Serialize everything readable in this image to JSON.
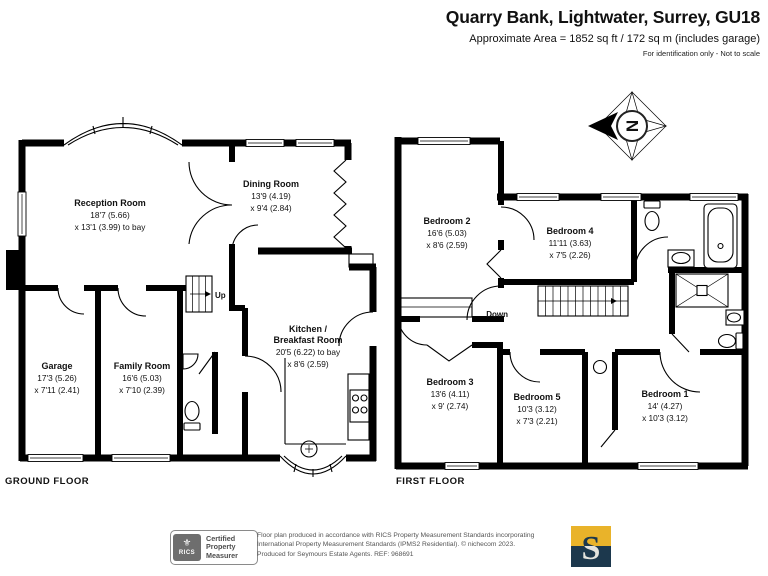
{
  "header": {
    "title": "Quarry Bank, Lightwater, Surrey, GU18",
    "subtitle": "Approximate Area = 1852 sq ft / 172 sq m (includes garage)",
    "note": "For identification only - Not to scale"
  },
  "compass": {
    "letter": "N"
  },
  "ground_floor": {
    "label": "GROUND FLOOR",
    "stairs_label": "Up",
    "rooms": {
      "reception": {
        "name": "Reception Room",
        "dim1": "18'7 (5.66)",
        "dim2": "x 13'1 (3.99) to bay"
      },
      "dining": {
        "name": "Dining Room",
        "dim1": "13'9 (4.19)",
        "dim2": "x 9'4 (2.84)"
      },
      "garage": {
        "name": "Garage",
        "dim1": "17'3 (5.26)",
        "dim2": "x 7'11 (2.41)"
      },
      "family": {
        "name": "Family Room",
        "dim1": "16'6 (5.03)",
        "dim2": "x 7'10 (2.39)"
      },
      "kitchen": {
        "name1": "Kitchen /",
        "name2": "Breakfast Room",
        "dim1": "20'5 (6.22) to bay",
        "dim2": "x 8'6 (2.59)"
      }
    }
  },
  "first_floor": {
    "label": "FIRST FLOOR",
    "stairs_label": "Down",
    "rooms": {
      "bedroom2": {
        "name": "Bedroom 2",
        "dim1": "16'6 (5.03)",
        "dim2": "x 8'6 (2.59)"
      },
      "bedroom4": {
        "name": "Bedroom 4",
        "dim1": "11'11 (3.63)",
        "dim2": "x 7'5 (2.26)"
      },
      "bedroom3": {
        "name": "Bedroom 3",
        "dim1": "13'6 (4.11)",
        "dim2": "x 9' (2.74)"
      },
      "bedroom5": {
        "name": "Bedroom 5",
        "dim1": "10'3 (3.12)",
        "dim2": "x 7'3 (2.21)"
      },
      "bedroom1": {
        "name": "Bedroom 1",
        "dim1": "14' (4.27)",
        "dim2": "x 10'3 (3.12)"
      }
    }
  },
  "footer": {
    "rics_word": "RICS",
    "cert1": "Certified",
    "cert2": "Property",
    "cert3": "Measurer",
    "line1": "Floor plan produced in accordance with RICS Property Measurement Standards incorporating",
    "line2": "International Property Measurement Standards (IPMS2 Residential).   © nichecom 2023.",
    "line3": "Produced for Seymours Estate Agents.   REF:  968691",
    "s_letter": "S",
    "s_gold": "#E9B32A",
    "s_navy": "#1C384D"
  }
}
